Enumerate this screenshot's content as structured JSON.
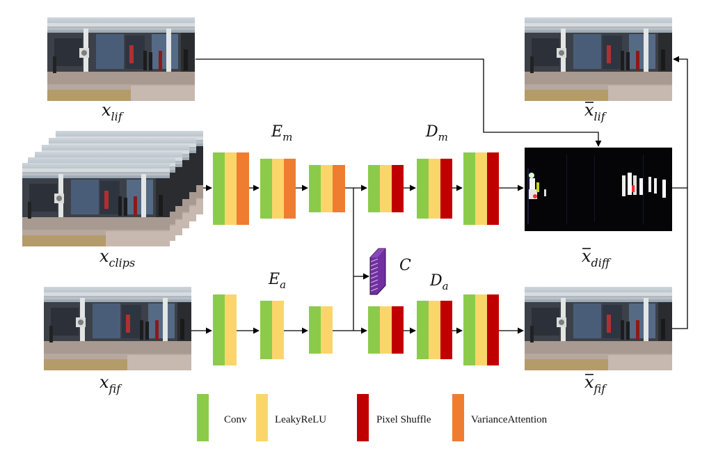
{
  "colors": {
    "conv": "#8CCB4A",
    "leakyrelu": "#FAD66A",
    "pixel_shuffle": "#C00000",
    "variance_attention": "#EE7D31",
    "codebook": "#7030A0",
    "arrow": "#000000"
  },
  "images": {
    "x_lif": {
      "base": "x",
      "sub": "lif",
      "bar": false
    },
    "x_clips": {
      "base": "x",
      "sub": "clips",
      "bar": false
    },
    "x_fif": {
      "base": "x",
      "sub": "fif",
      "bar": false
    },
    "xbar_lif": {
      "base": "x",
      "sub": "lif",
      "bar": true
    },
    "xbar_diff": {
      "base": "x",
      "sub": "diff",
      "bar": true
    },
    "xbar_fif": {
      "base": "x",
      "sub": "fif",
      "bar": true
    }
  },
  "blocks": {
    "E_m": {
      "base": "E",
      "sub": "m"
    },
    "D_m": {
      "base": "D",
      "sub": "m"
    },
    "E_a": {
      "base": "E",
      "sub": "a"
    },
    "D_a": {
      "base": "D",
      "sub": "a"
    },
    "C": {
      "base": "C",
      "sub": ""
    }
  },
  "legend": {
    "conv": "Conv",
    "leakyrelu": "LeakyReLU",
    "pixel_shuffle": "Pixel Shuffle",
    "variance_attention": "VarianceAttention"
  }
}
